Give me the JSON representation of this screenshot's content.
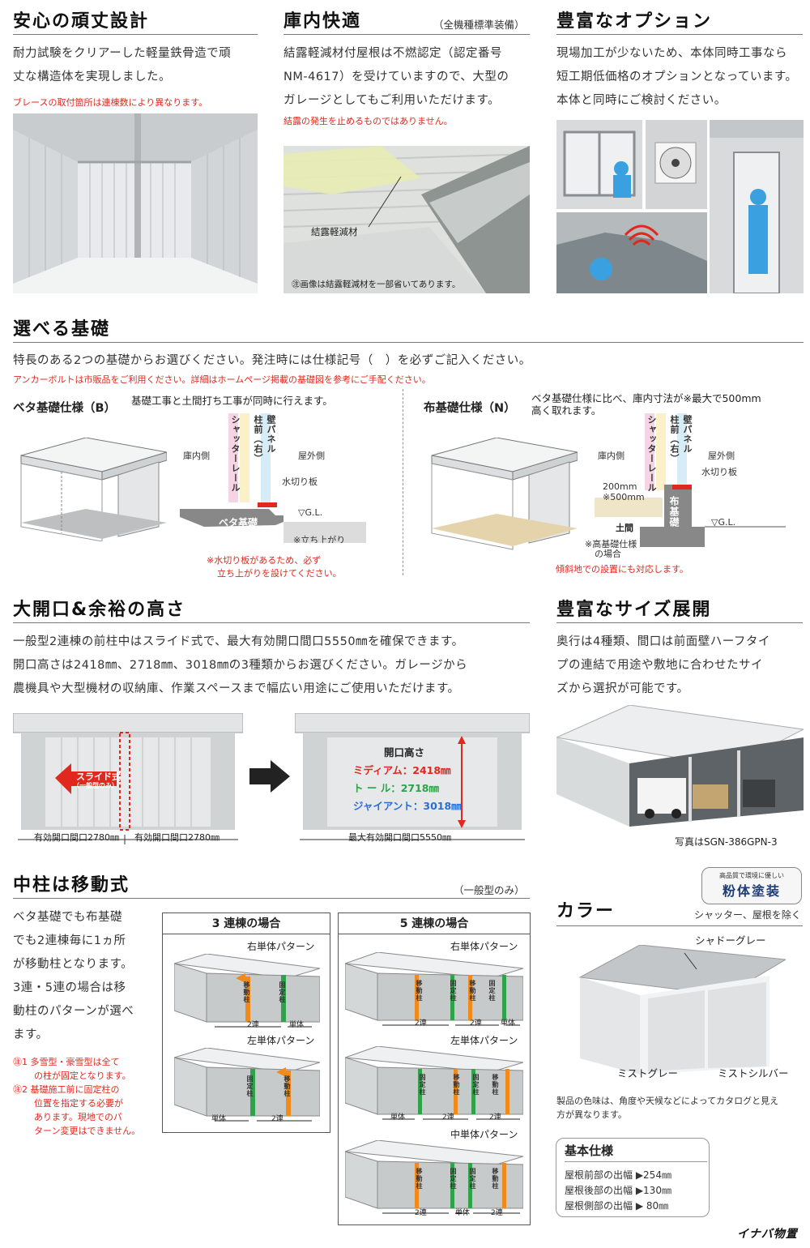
{
  "sec1": {
    "title": "安心の頑丈設計",
    "body": [
      "耐力試験をクリアーした軽量鉄骨造で頑",
      "丈な構造体を実現しました。"
    ],
    "note": "ブレースの取付箇所は連棟数により異なります。"
  },
  "sec2": {
    "title": "庫内快適",
    "tag": "（全機種標準装備）",
    "body": [
      "結露軽減材付屋根は不燃認定（認定番号",
      "NM-4617）を受けていますので、大型の",
      "ガレージとしてもご利用いただけます。"
    ],
    "note": "結露の発生を止めるものではありません。",
    "photo_label": "結露軽減材",
    "photo_caption": "㊟画像は結露軽減材を一部省いてあります。"
  },
  "sec3": {
    "title": "豊富なオプション",
    "body": [
      "現場加工が少ないため、本体同時工事なら",
      "短工期低価格のオプションとなっています。",
      "本体と同時にご検討ください。"
    ]
  },
  "kiso": {
    "title": "選べる基礎",
    "body": "特長のある2つの基礎からお選びください。発注時には仕様記号（　）を必ずご記入ください。",
    "note": "アンカーボルトは市販品をご利用ください。詳細はホームページ掲載の基礎図を参考にご手配ください。",
    "beta": {
      "title": "ベタ基礎仕様（B）",
      "desc": "基礎工事と土間打ち工事が同時に行えます。",
      "inside": "庫内側",
      "outside": "屋外側",
      "col1": "シャッターレール",
      "col2": "柱前（右）",
      "col3": "壁パネル",
      "flashing": "水切り板",
      "gl": "▽G.L.",
      "base": "ベタ基礎",
      "rise": "※立ち上がり",
      "warn1": "※水切り板があるため、必ず",
      "warn2": "立ち上がりを設けてください。"
    },
    "nuno": {
      "title": "布基礎仕様（N）",
      "desc1": "ベタ基礎仕様に比べ、庫内寸法が※最大で500mm",
      "desc2": "高く取れます。",
      "inside": "庫内側",
      "outside": "屋外側",
      "col1": "シャッターレール",
      "col2": "柱前（右）",
      "col3": "壁パネル",
      "flashing": "水切り板",
      "dim1": "200mm",
      "dim2": "※500mm",
      "soil": "土間",
      "base": "布基礎",
      "gl": "▽G.L.",
      "high1": "※高基礎仕様",
      "high2": "の場合",
      "slope": "傾斜地での設置にも対応します。"
    }
  },
  "open": {
    "title": "大開口&余裕の高さ",
    "body": [
      "一般型2連棟の前柱中はスライド式で、最大有効開口間口5550㎜を確保できます。",
      "開口高さは2418㎜、2718㎜、3018㎜の3種類からお選びください。ガレージから",
      "農機具や大型機材の収納庫、作業スペースまで幅広い用途にご使用いただけます。"
    ],
    "slide1": "スライド式",
    "slide2": "（一般型のみ）",
    "w_left": "有効開口間口2780㎜",
    "w_right": "有効開口間口2780㎜",
    "w_max": "最大有効開口間口5550㎜",
    "h_title": "開口高さ",
    "h_medium": "ミディアム：2418㎜",
    "h_tall": "ト ー ル：2718㎜",
    "h_giant": "ジャイアント：3018㎜"
  },
  "size": {
    "title": "豊富なサイズ展開",
    "body": [
      "奥行は4種類、間口は前面壁ハーフタイ",
      "プの連結で用途や敷地に合わせたサイ",
      "ズから選択が可能です。"
    ],
    "caption": "写真はSGN-386GPN-3"
  },
  "pillar": {
    "title": "中柱は移動式",
    "tag": "（一般型のみ）",
    "body": [
      "ベタ基礎でも布基礎",
      "でも2連棟毎に1ヵ所",
      "が移動柱となります。",
      "3連・5連の場合は移",
      "動柱のパターンが選べ",
      "ます。"
    ],
    "note1a": "㊟1 多雪型・豪雪型は全て",
    "note1b": "の柱が固定となります。",
    "note2a": "㊟2 基礎施工前に固定柱の",
    "note2b": "位置を指定する必要が",
    "note2c": "あります。現地でのパ",
    "note2d": "ターン変更はできません。",
    "box3_title": "3 連棟の場合",
    "box5_title": "5 連棟の場合",
    "right_pattern": "右単体パターン",
    "left_pattern": "左単体パターン",
    "center_pattern": "中単体パターン",
    "moving": "移動柱",
    "fixed": "固定柱",
    "two": "2連",
    "single": "単体"
  },
  "color": {
    "title": "カラー",
    "badge_top": "高品質で環境に優しい",
    "badge_main": "粉体塗装",
    "except": "シャッター、屋根を除く",
    "c1": "シャドーグレー",
    "c2": "ミストグレー",
    "c3": "ミストシルバー",
    "note": [
      "製品の色味は、角度や天候などによってカタログと見え",
      "方が異なります。"
    ]
  },
  "spec": {
    "title": "基本仕様",
    "rows": [
      {
        "label": "屋根前部の出幅 ▶",
        "value": "254㎜"
      },
      {
        "label": "屋根後部の出幅 ▶",
        "value": "130㎜"
      },
      {
        "label": "屋根側部の出幅 ▶",
        "value": " 80㎜"
      }
    ]
  },
  "brand": "イナバ物置",
  "colors": {
    "red": "#e0281e",
    "green": "#2ea34a",
    "orange": "#f08a1c",
    "blue": "#2a6fd6"
  }
}
